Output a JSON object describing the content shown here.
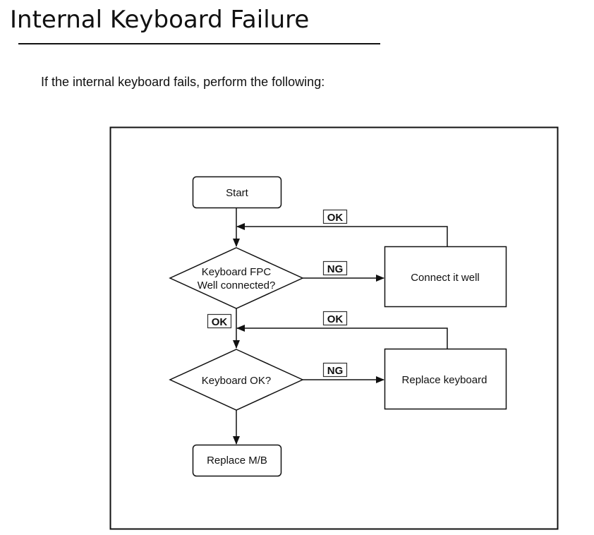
{
  "page": {
    "title": "Internal Keyboard Failure",
    "intro": "If the internal keyboard fails, perform the following:"
  },
  "flowchart": {
    "start": "Start",
    "decision_1": {
      "line_1": "Keyboard FPC",
      "line_2": "Well connected?"
    },
    "action_connect": "Connect it well",
    "decision_2": "Keyboard OK?",
    "action_replace_keyboard": "Replace keyboard",
    "end_replace_mb": "Replace M/B",
    "labels": {
      "ok_return_1": "OK",
      "ng_1": "NG",
      "ok_down_1": "OK",
      "ok_return_2": "OK",
      "ng_2": "NG"
    }
  },
  "colors": {
    "line": "#111111",
    "tag_text": "#333333",
    "background": "#ffffff"
  }
}
